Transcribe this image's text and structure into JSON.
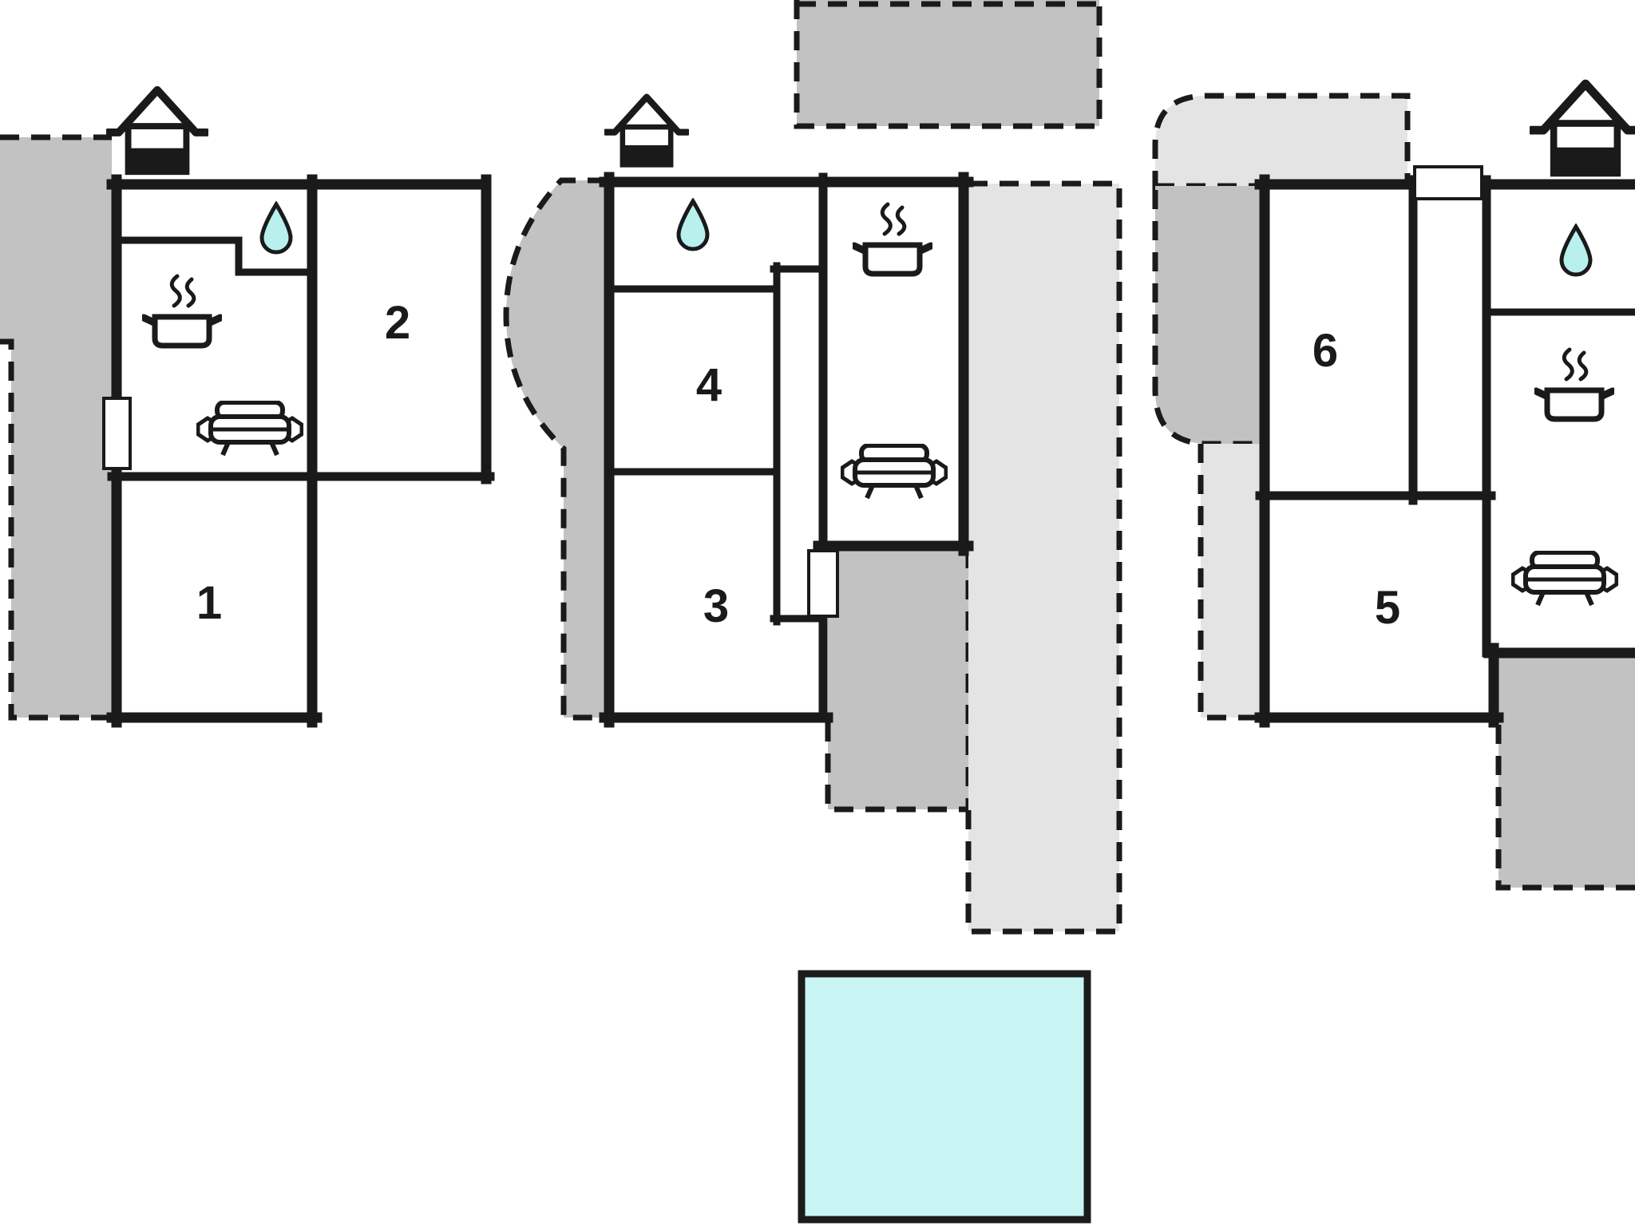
{
  "document": {
    "type": "holiday-home-floor-plan",
    "units_count": 3,
    "rooms_count": 6
  },
  "units": [
    {
      "id": "unit-1",
      "rooms": [
        {
          "label": "1"
        },
        {
          "label": "2"
        }
      ],
      "amenities": [
        "chimney",
        "bathroom",
        "kitchen",
        "living-room",
        "terrace"
      ]
    },
    {
      "id": "unit-2",
      "rooms": [
        {
          "label": "3"
        },
        {
          "label": "4"
        }
      ],
      "amenities": [
        "chimney",
        "bathroom",
        "kitchen",
        "living-room",
        "terrace"
      ]
    },
    {
      "id": "unit-3",
      "rooms": [
        {
          "label": "5"
        },
        {
          "label": "6"
        }
      ],
      "amenities": [
        "chimney",
        "bathroom",
        "kitchen",
        "living-room",
        "terrace"
      ]
    }
  ],
  "icons": {
    "chimney": "house-chimney-icon",
    "water_drop": "water-drop-icon",
    "cooking_pot": "cooking-pot-steam-icon",
    "sofa": "sofa-icon"
  },
  "colors": {
    "wall": "#1a1a1a",
    "terrace_dark": "#c2c2c2",
    "terrace_light": "#e4e4e4",
    "pool": "#c9f6f4",
    "water_drop": "#b8f0ee",
    "door": "#ffffff",
    "background": "#ffffff"
  }
}
